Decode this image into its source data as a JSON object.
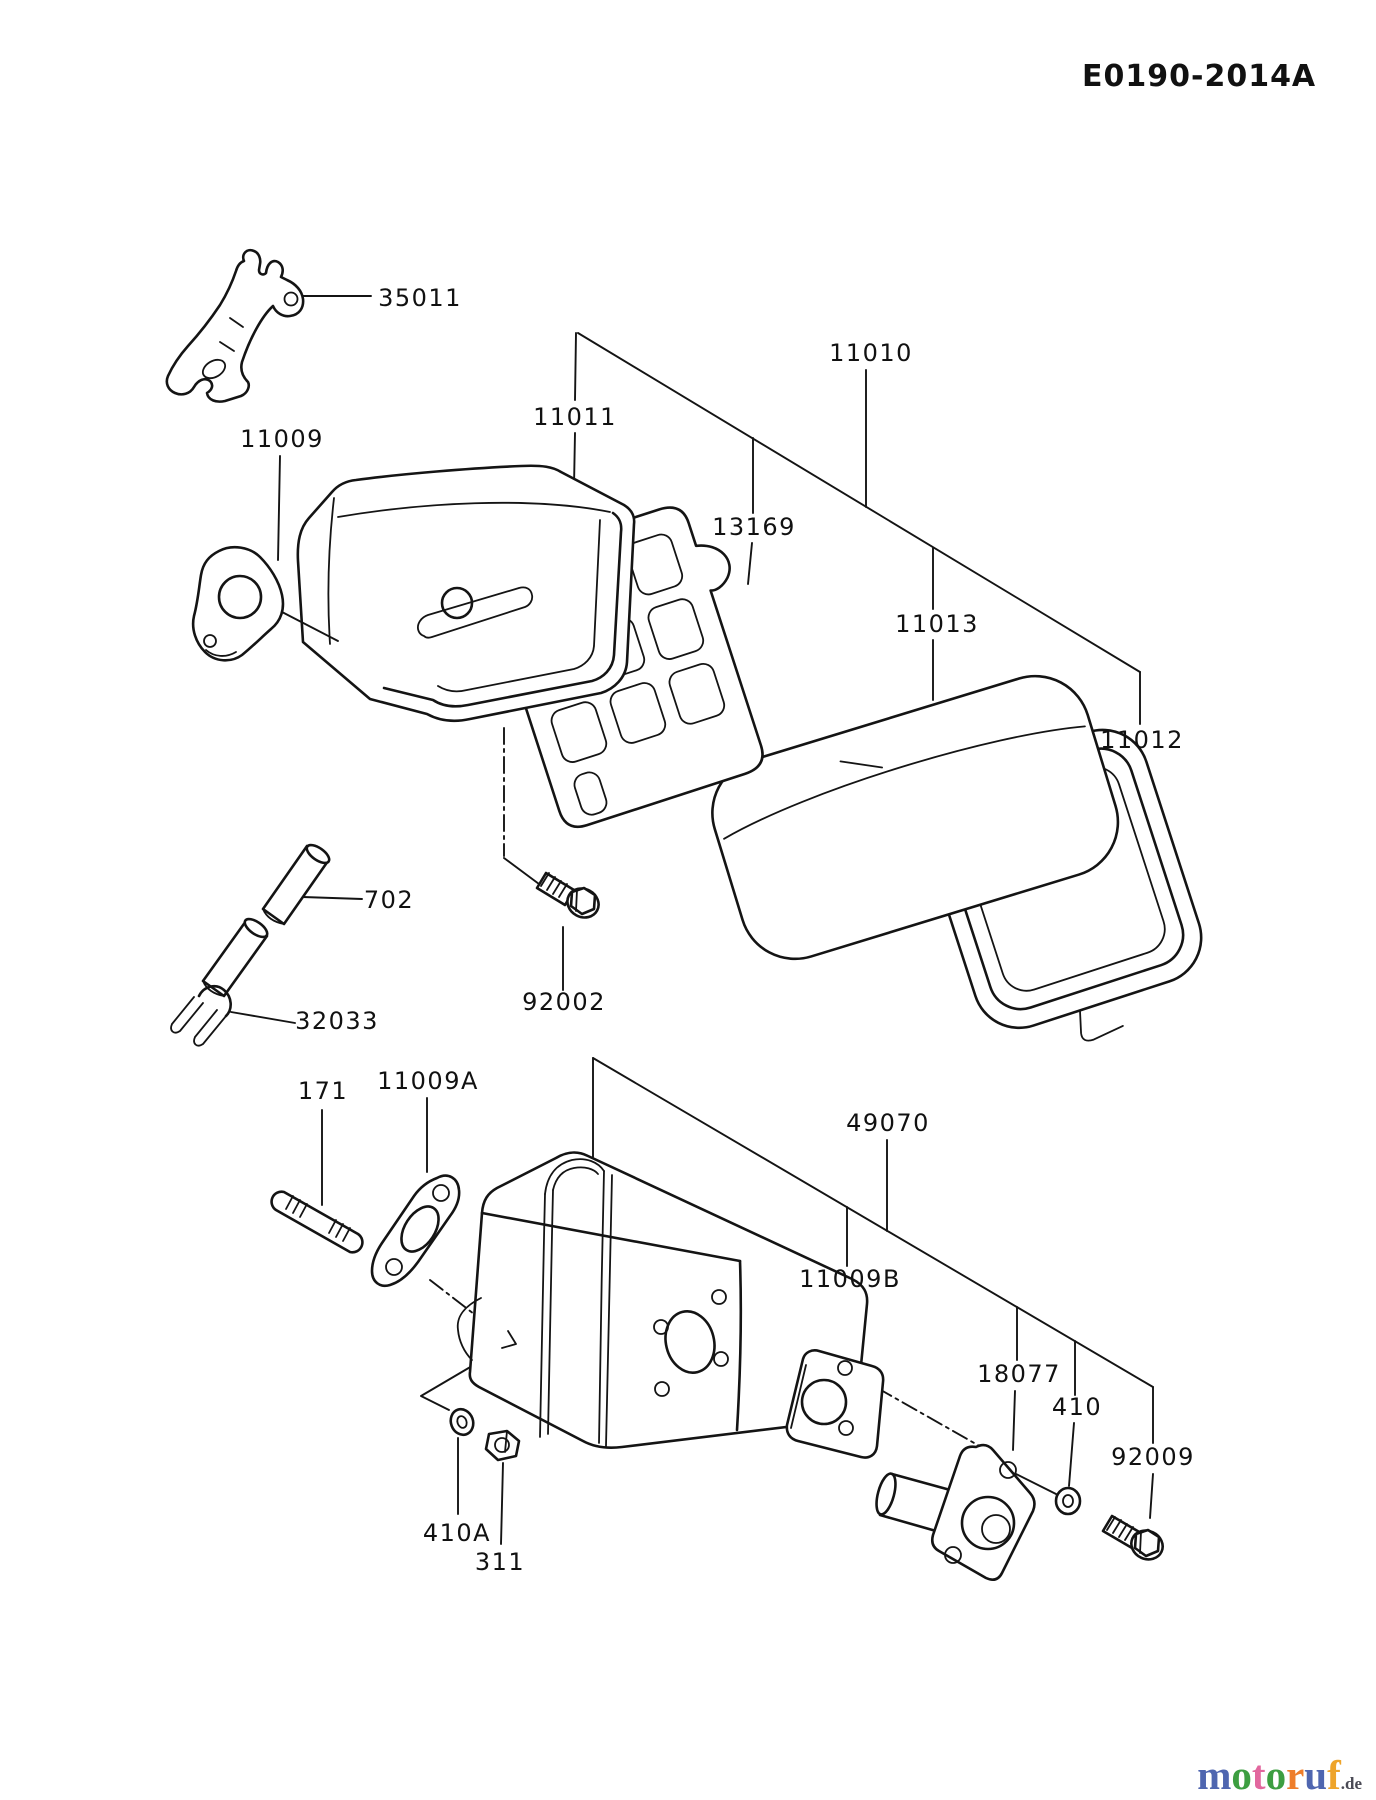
{
  "header": {
    "diagram_code": "E0190-2014A"
  },
  "diagram": {
    "part_labels": {
      "p35011": "35011",
      "p11009": "11009",
      "p11011": "11011",
      "p13169": "13169",
      "p11010": "11010",
      "p11013": "11013",
      "p11012": "11012",
      "p702": "702",
      "p32033": "32033",
      "p92002": "92002",
      "p171": "171",
      "p11009A": "11009A",
      "p49070": "49070",
      "p11009B": "11009B",
      "p18077": "18077",
      "p410": "410",
      "p92009": "92009",
      "p410A": "410A",
      "p311": "311"
    }
  },
  "watermark": {
    "letters": [
      {
        "ch": "m",
        "css": "color:#4f66b0"
      },
      {
        "ch": "o",
        "css": "color:#3d9e41"
      },
      {
        "ch": "t",
        "css": "color:#e2679e"
      },
      {
        "ch": "o",
        "css": "color:#3d9e41"
      },
      {
        "ch": "r",
        "css": "color:#ee7d2a"
      },
      {
        "ch": "u",
        "css": "color:#4f66b0"
      },
      {
        "ch": "f",
        "css": "color:#eea42a"
      }
    ],
    "suffix": ".de",
    "suffix_color": "#4a4a55"
  }
}
